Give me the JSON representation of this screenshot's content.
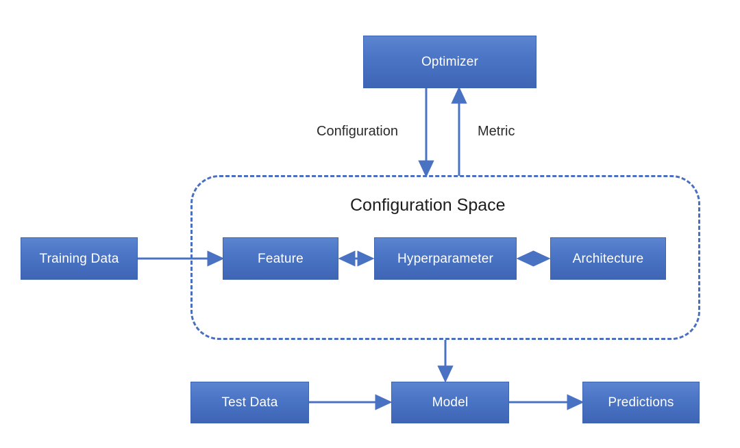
{
  "diagram": {
    "title": "AutoML configuration space pipeline diagram",
    "background_color": "#ffffff",
    "node_fill_top": "#5b85d0",
    "node_fill_bottom": "#3f65b5",
    "node_border_color": "#3c62b0",
    "node_text_color": "#ffffff",
    "edge_color": "#4a72c2",
    "dashed_border_color": "#4a6fc0",
    "label_text_color": "#2b2b2b"
  },
  "nodes": {
    "optimizer": {
      "label": "Optimizer"
    },
    "training_data": {
      "label": "Training Data"
    },
    "feature": {
      "label": "Feature"
    },
    "hyperparameter": {
      "label": "Hyperparameter"
    },
    "architecture": {
      "label": "Architecture"
    },
    "test_data": {
      "label": "Test Data"
    },
    "model": {
      "label": "Model"
    },
    "predictions": {
      "label": "Predictions"
    }
  },
  "groups": {
    "configuration_space": {
      "label": "Configuration Space"
    }
  },
  "edge_labels": {
    "configuration": "Configuration",
    "metric": "Metric"
  },
  "edges": [
    {
      "name": "optimizer-to-configuration-space",
      "from": "Optimizer",
      "to": "Configuration Space",
      "label": "Configuration",
      "direction": "down"
    },
    {
      "name": "configuration-space-to-optimizer",
      "from": "Configuration Space",
      "to": "Optimizer",
      "label": "Metric",
      "direction": "up"
    },
    {
      "name": "training-data-to-feature",
      "from": "Training Data",
      "to": "Feature",
      "label": "",
      "direction": "right"
    },
    {
      "name": "feature-to-hyperparameter",
      "from": "Feature",
      "to": "Hyperparameter",
      "label": "",
      "direction": "both"
    },
    {
      "name": "hyperparameter-to-architecture",
      "from": "Hyperparameter",
      "to": "Architecture",
      "label": "",
      "direction": "both"
    },
    {
      "name": "configuration-space-to-model",
      "from": "Configuration Space",
      "to": "Model",
      "label": "",
      "direction": "down"
    },
    {
      "name": "test-data-to-model",
      "from": "Test Data",
      "to": "Model",
      "label": "",
      "direction": "right"
    },
    {
      "name": "model-to-predictions",
      "from": "Model",
      "to": "Predictions",
      "label": "",
      "direction": "right"
    }
  ]
}
